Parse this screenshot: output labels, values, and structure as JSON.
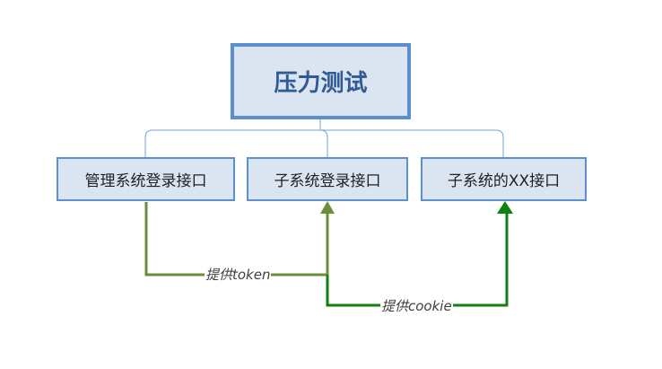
{
  "root": {
    "label": "压力测试"
  },
  "children": [
    {
      "label": "管理系统登录接口"
    },
    {
      "label": "子系统登录接口"
    },
    {
      "label": "子系统的XX接口"
    }
  ],
  "edges": [
    {
      "from": "管理系统登录接口",
      "to": "子系统登录接口",
      "label": "提供token",
      "color": "#6b8e3a"
    },
    {
      "from": "子系统登录接口",
      "to": "子系统的XX接口",
      "label": "提供cookie",
      "color": "#108010"
    }
  ],
  "colors": {
    "node_fill": "#dbe5f2",
    "node_border": "#5b8fd0",
    "root_text": "#2f5a94",
    "tree_line": "#7a9fd0"
  }
}
